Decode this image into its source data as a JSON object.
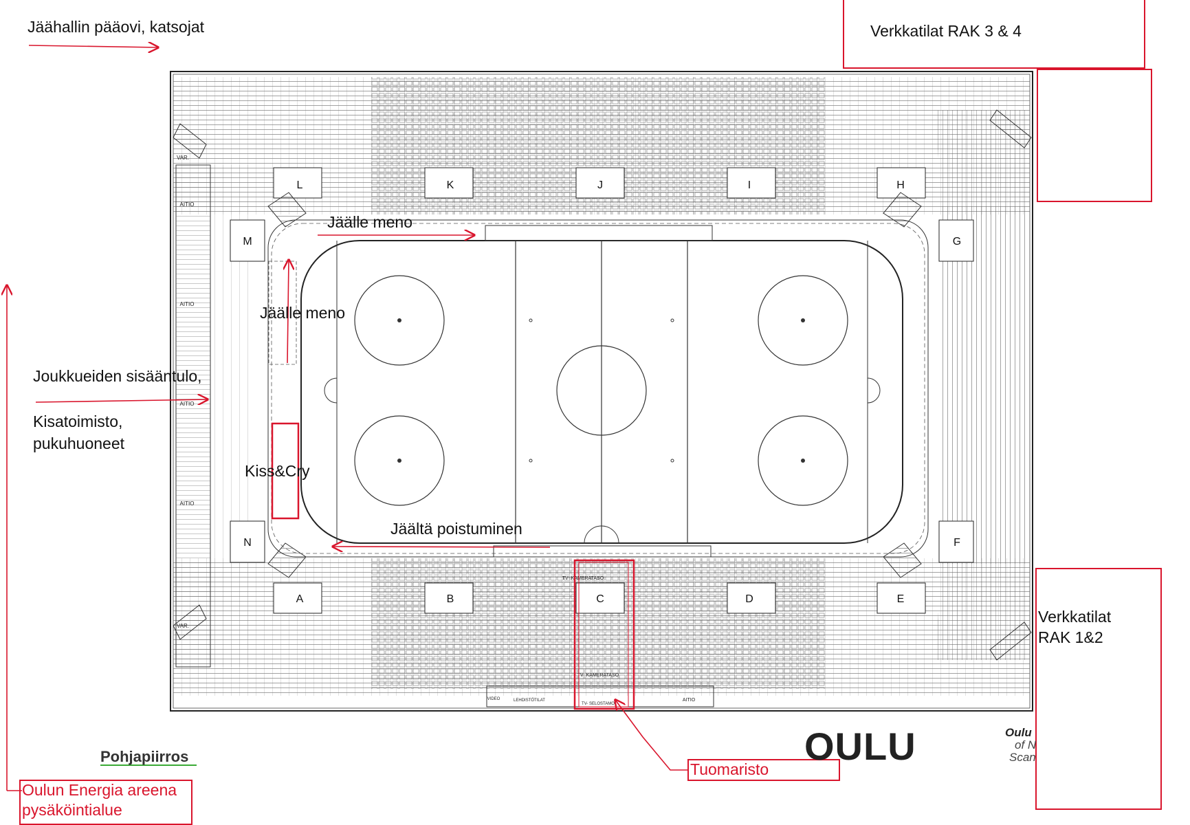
{
  "labels": {
    "main_door": "Jäähallin pääovi, katsojat",
    "net_34": "Verkkatilat RAK 3 & 4",
    "net_12_line1": "Verkkatilat",
    "net_12_line2": "RAK 1&2",
    "to_ice_top": "Jäälle meno",
    "to_ice_left": "Jäälle meno",
    "teams_entry": "Joukkueiden sisääntulo,",
    "office_line1": "Kisatoimisto,",
    "office_line2": "pukuhuoneet",
    "kiss_cry": "Kiss&Cry",
    "leave_ice": "Jäältä poistuminen",
    "judges": "Tuomaristo",
    "parking_line1": "Oulun Energia areena",
    "parking_line2": "pysäköintialue",
    "floorplan": "Pohjapiirros",
    "brand": "OULU",
    "brand_small_1": "Oulu",
    "brand_small_2": "of N",
    "brand_small_3": "Scan"
  },
  "sections": {
    "top": [
      "L",
      "K",
      "J",
      "I",
      "H"
    ],
    "bottom": [
      "A",
      "B",
      "C",
      "D",
      "E"
    ],
    "left": [
      "M",
      "N"
    ],
    "right": [
      "G",
      "F"
    ]
  },
  "small_text": {
    "var": "VAR.",
    "aitio": "AITIO",
    "tv_kamerataso": "TV- KAMERATASO",
    "tv_selostamo": "TV- SELOSTAMO",
    "lehdistopaikat": "LEHDISTÖTILAT",
    "video": "VIDEO",
    "aitio_bottom": "AITIO"
  },
  "colors": {
    "annotation": "#d9152c",
    "line": "#222222",
    "green_underline": "#3aaa35"
  }
}
